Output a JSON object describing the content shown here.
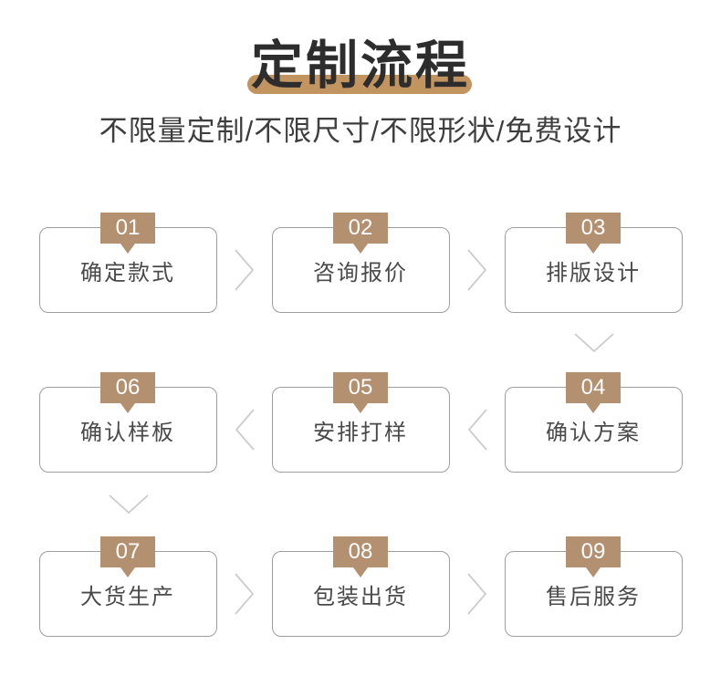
{
  "header": {
    "title": "定制流程",
    "subtitle": "不限量定制/不限尺寸/不限形状/免费设计"
  },
  "steps": [
    {
      "number": "01",
      "label": "确定款式"
    },
    {
      "number": "02",
      "label": "咨询报价"
    },
    {
      "number": "03",
      "label": "排版设计"
    },
    {
      "number": "04",
      "label": "确认方案"
    },
    {
      "number": "05",
      "label": "安排打样"
    },
    {
      "number": "06",
      "label": "确认样板"
    },
    {
      "number": "07",
      "label": "大货生产"
    },
    {
      "number": "08",
      "label": "包装出货"
    },
    {
      "number": "09",
      "label": "售后服务"
    }
  ],
  "flow": {
    "row1_order": [
      "01",
      "02",
      "03"
    ],
    "row2_order": [
      "06",
      "05",
      "04"
    ],
    "row3_order": [
      "07",
      "08",
      "09"
    ],
    "sequence": "01→02→03→04→05→06→07→08→09"
  },
  "colors": {
    "accent_tan_badge": "#b29070",
    "title_underline_tan": "#c2945f",
    "box_border_gray": "#9e9e9e",
    "arrow_gray": "#cccccc",
    "title_text": "#2d2d2d",
    "step_text": "#4a4a4a"
  }
}
